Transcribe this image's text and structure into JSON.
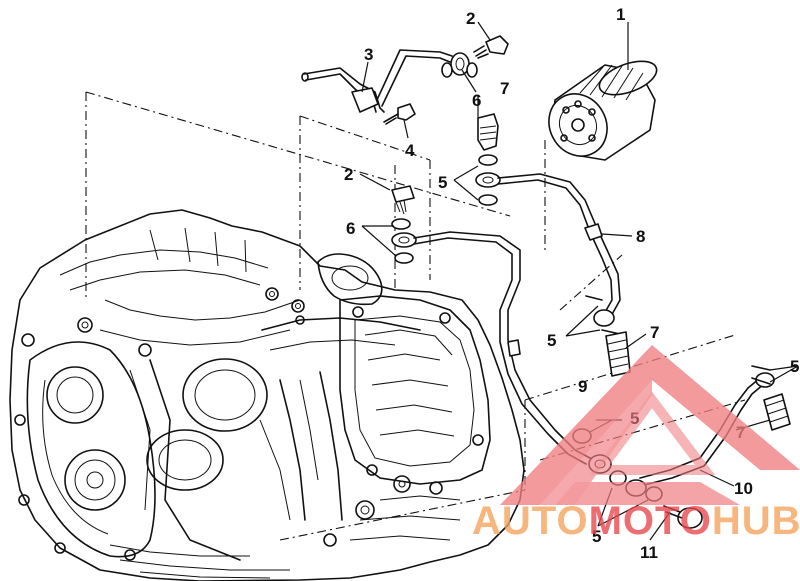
{
  "callouts": {
    "c1": "1",
    "c2a": "2",
    "c2b": "2",
    "c3": "3",
    "c4": "4",
    "c5a": "5",
    "c5b": "5",
    "c5c": "5",
    "c5d": "5",
    "c5e": "5",
    "c6a": "6",
    "c6b": "6",
    "c7a": "7",
    "c7b": "7",
    "c7c": "7",
    "c8": "8",
    "c9": "9",
    "c10": "10",
    "c11": "11"
  },
  "watermark": {
    "part1": "AUTO",
    "part2": "MOTO",
    "part3": "HUB",
    "colors": {
      "orange": "#f5a25a",
      "red": "#e8454a",
      "triangle": "#f07e82"
    }
  }
}
